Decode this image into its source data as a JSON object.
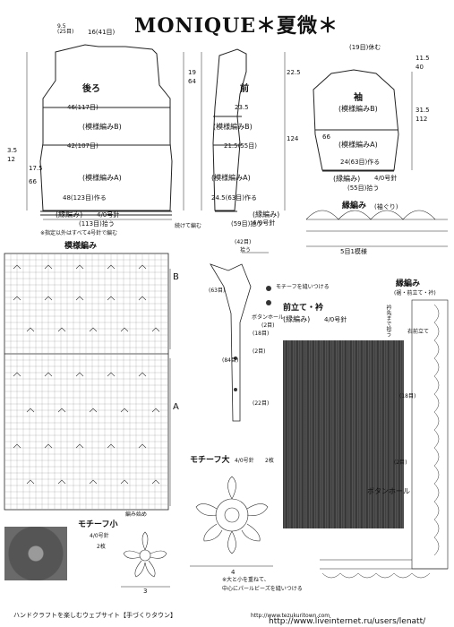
{
  "title": "MONIQUE＊夏微＊",
  "back": {
    "label": "後ろ",
    "pattern_b": "(模様編みB)",
    "pattern_a": "(模様編みA)",
    "width_top": "46(117目)",
    "width_mid": "42(107目)",
    "width_bottom": "48(123目)作る",
    "shoulder": "16(41目)",
    "neck_drop": "9.5\n(25目)",
    "border": "(縁編み)",
    "border_hook": "4/0号針",
    "stitches_note": "(113目)拾う"
  },
  "front": {
    "label": "前",
    "pattern_b": "(模様編みB)",
    "pattern_a": "(模様編みA)",
    "width_top": "23.5",
    "width_mid": "21.5(55目)",
    "width_bottom": "24.5(63目)作る",
    "border": "(縁編み)",
    "border_hook": "4/0号針",
    "pickup": "(59目)拾う",
    "continue_note": "続けて編む"
  },
  "sleeve": {
    "label": "袖",
    "pattern_b": "(模様編みB)",
    "pattern_a": "(模様編みA)",
    "width_top": "(19目)休む",
    "width_mid": "24(63目)作る",
    "width_bottom": "(55目)拾う",
    "border": "(縁編み)",
    "border_hook": "4/0号針"
  },
  "dims": {
    "d1": "22.5",
    "d2": "124",
    "d3": "64",
    "d4": "19",
    "d5": "17.5",
    "d6": "66",
    "d7": "3.5",
    "d8": "12",
    "d9": "11.5",
    "d10": "40",
    "d11": "31.5",
    "d12": "112",
    "d13": "66"
  },
  "notes": {
    "needle_note": "※指定以外はすべて4号針で編む",
    "pattern_title": "模様編み",
    "border_title": "縁編み",
    "border_sub": "(袖ぐり)",
    "border_sub2": "(裾・前立て・衿)",
    "repeat": "5目1模様",
    "section_b": "B",
    "section_a": "A",
    "start_note": "編み始め"
  },
  "collar": {
    "title": "前立て・衿",
    "border": "(縁編み)",
    "hook": "4/0号針",
    "stitches_42": "(42目)",
    "pickup": "拾う",
    "motif_note": "モチーフを縫いつける",
    "button_hole": "ボタンホール",
    "button_hole_2": "(2目)",
    "s18": "(18目)",
    "s63": "(63目)",
    "s84": "(84目)",
    "s22": "(22目)",
    "s2": "(2目)"
  },
  "right_panel": {
    "front_edge": "右前立て",
    "count18": "(18目)",
    "count2": "(2目)",
    "button_hole": "ボタンホール",
    "top_note": "衿先まで拾う"
  },
  "motifs": {
    "large_title": "モチーフ大",
    "large_hook": "4/0号針",
    "large_qty": "2枚",
    "small_title": "モチーフ小",
    "small_hook": "4/0号針",
    "small_qty": "2枚",
    "size_4": "4",
    "size_3": "3",
    "note_line1": "※大と小を重ねて、",
    "note_line2": "中心にパールビーズを縫いつける"
  },
  "footer": {
    "text": "ハンドクラフトを楽しむウェブサイト【手づくりタウン】",
    "url": "http://www.tezukuritown.com",
    "watermark": "http://www.liveinternet.ru/users/lenatt/"
  }
}
